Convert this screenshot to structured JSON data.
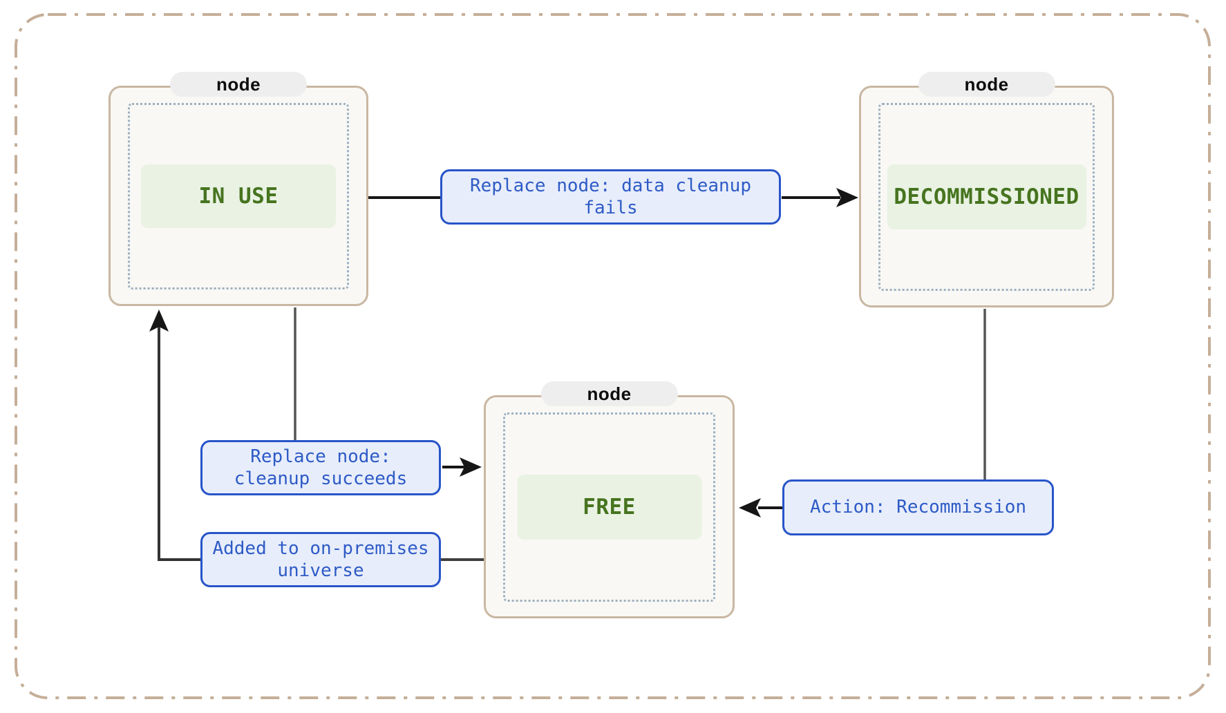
{
  "diagram": {
    "type": "state-diagram",
    "nodes": [
      {
        "title": "node",
        "state": "IN USE"
      },
      {
        "title": "node",
        "state": "DECOMMISSIONED"
      },
      {
        "title": "node",
        "state": "FREE"
      }
    ],
    "edges": [
      {
        "label": "Replace node: data cleanup fails",
        "from": "IN USE",
        "to": "DECOMMISSIONED"
      },
      {
        "label": "Replace node: cleanup succeeds",
        "from": "IN USE",
        "to": "FREE"
      },
      {
        "label": "Added to on-premises universe",
        "from": "FREE",
        "to": "IN USE"
      },
      {
        "label": "Action: Recommission",
        "from": "DECOMMISSIONED",
        "to": "FREE"
      }
    ],
    "colors": {
      "outer_frame": "#c5ae98",
      "node_border": "#c9b7a2",
      "node_fill": "#f9f8f4",
      "title_pill_fill": "#eeeeee",
      "inner_dotted_border": "#9db0c2",
      "state_fill": "#e9f2e3",
      "state_text": "#46741f",
      "edge_label_fill": "#e7edfb",
      "edge_label_border": "#2754c8",
      "edge_label_text": "#2e5bc6",
      "connector_line": "#555555",
      "arrow": "#161616"
    }
  }
}
